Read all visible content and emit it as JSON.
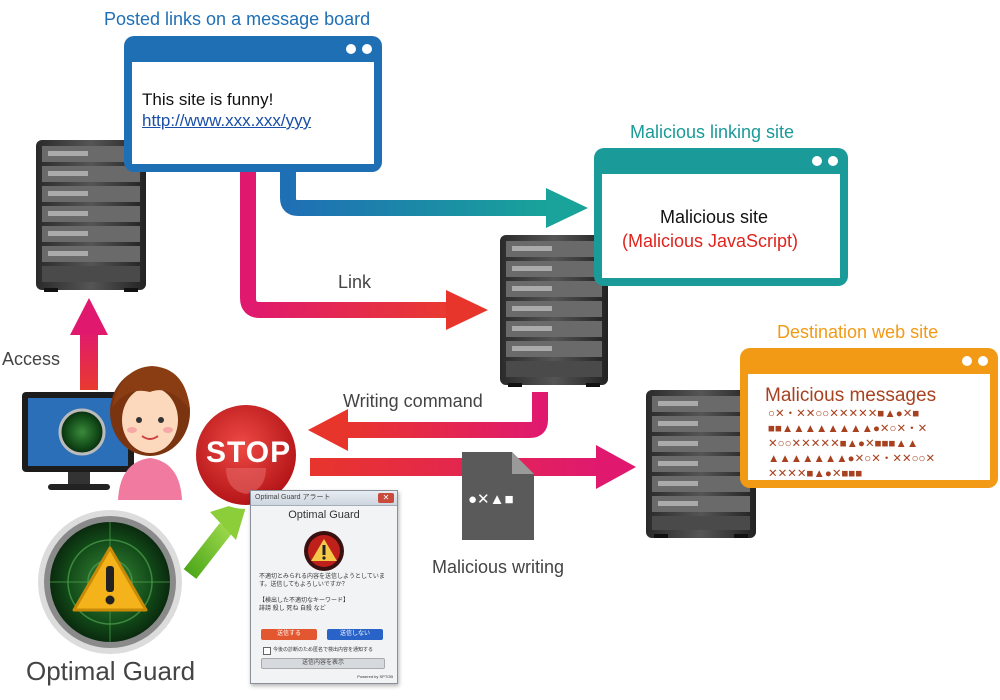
{
  "labels": {
    "posted_links_title": "Posted links on a message board",
    "post_line1": "This site is funny!",
    "post_link": "http://www.xxx.xxx/yyy",
    "malicious_linking_title": "Malicious linking site",
    "malicious_site": "Malicious site",
    "malicious_js": "(Malicious JavaScript)",
    "link": "Link",
    "access": "Access",
    "writing_command": "Writing command",
    "destination_title": "Destination web site",
    "malicious_messages": "Malicious messages",
    "malicious_writing": "Malicious writing",
    "optimal_guard": "Optimal Guard",
    "stop": "STOP",
    "doc_symbols": "●✕▲■"
  },
  "message_lines": [
    "○✕・✕✕○○✕✕✕✕✕■▲●✕■",
    "■■▲▲▲▲▲▲▲▲●✕○✕・✕",
    "✕○○✕✕✕✕✕■▲●✕■■■▲▲",
    "▲▲▲▲▲▲▲●✕○✕・✕✕○○✕",
    "✕✕✕✕■▲●✕■■■"
  ],
  "dialog": {
    "titlebar": "Optimal Guard アラート",
    "close": "✕",
    "title": "Optimal Guard",
    "message": "不適切とみられる内容を送信しようとしています。送信してもよろしいですか？",
    "keyword_label": "【検出した不適切なキーワード】",
    "keywords": "誹謗 殺し 死ね 自殺 など",
    "send_button": "送信する",
    "cancel_button": "送信しない",
    "checkbox_label": "今後の診断のため匿名で検出内容を通知する",
    "details_button": "送信内容を表示",
    "footer": "Powered by SPTOB"
  },
  "colors": {
    "blue": "#1f6fb5",
    "teal": "#1a9a98",
    "orange": "#f29a16",
    "magenta": "#e0196f",
    "red_text": "#e0231c",
    "brown": "#a8411f",
    "stop_red": "#d7252a",
    "green_arrow": "#6dbf22"
  }
}
